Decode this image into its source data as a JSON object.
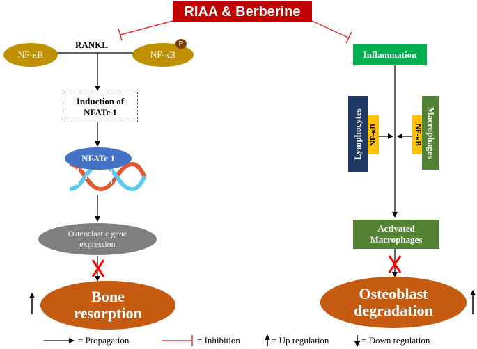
{
  "title": "RIAA & Berberine",
  "left": {
    "nfkb_left": "NF-κB",
    "rankl": "RANKL",
    "nfkb_right": "NF-κB",
    "phospho": "P",
    "induction": "Induction of NFATc 1",
    "nfatc1": "NFATc 1",
    "gene_expression": "Osteoclastic gene expression",
    "outcome": "Bone resorption"
  },
  "right": {
    "inflammation": "Inflammation",
    "lymphocytes": "Lymphocytes",
    "macrophages": "Macrophages",
    "nfkb_lymph": "NF-κB",
    "nfkb_macro": "NF-κB",
    "activated": "Activated Macrophages",
    "outcome": "Osteoblast degradation"
  },
  "legend": {
    "propagation": "= Propagation",
    "inhibition": "= Inhibition",
    "up": "= Up regulation",
    "down": "= Down regulation"
  },
  "colors": {
    "title_bg": "#c00000",
    "nfkb": "#bf9000",
    "nfatc1": "#4472c4",
    "gene_expression": "#7f7f7f",
    "outcome": "#c55a11",
    "inflammation": "#00b050",
    "activated": "#548235",
    "lymphocytes": "#1f3864",
    "macrophages": "#548235",
    "nfkb_small": "#ffc000",
    "inhibit_line": "#e03030",
    "block_x": "#ff0000"
  }
}
